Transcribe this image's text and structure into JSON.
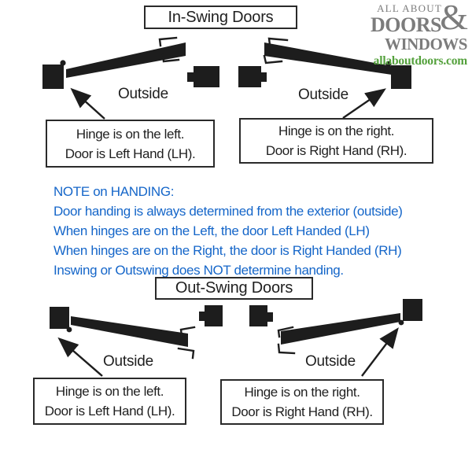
{
  "logo": {
    "top": "ALL ABOUT",
    "middle": "DOORS",
    "ampersand": "&",
    "bottom": "WINDOWS",
    "website": "allaboutdoors.com"
  },
  "inswing": {
    "title": "In-Swing Doors",
    "left_outside": "Outside",
    "right_outside": "Outside",
    "left_caption_1": "Hinge is on the left.",
    "left_caption_2": "Door is Left Hand (LH).",
    "right_caption_1": "Hinge is on the right.",
    "right_caption_2": "Door is Right Hand (RH)."
  },
  "outswing": {
    "title": "Out-Swing Doors",
    "left_outside": "Outside",
    "right_outside": "Outside",
    "left_caption_1": "Hinge is on the left.",
    "left_caption_2": "Door is Left Hand (LH).",
    "right_caption_1": "Hinge is on the right.",
    "right_caption_2": "Door is Right Hand (RH)."
  },
  "note": {
    "heading": "NOTE on HANDING:",
    "line1": "Door handing is always determined from the exterior (outside)",
    "line2": "When hinges are on the Left, the door Left Handed (LH)",
    "line3": "When hinges are on the Right, the door is Right Handed (RH)",
    "line4": "Inswing or Outswing does NOT determine handing."
  },
  "colors": {
    "ink": "#1d1d1d",
    "note_blue": "#1566c9",
    "logo_gray": "#7c7c7c",
    "logo_green": "#54a13c",
    "box_border": "#2a2a2a"
  }
}
